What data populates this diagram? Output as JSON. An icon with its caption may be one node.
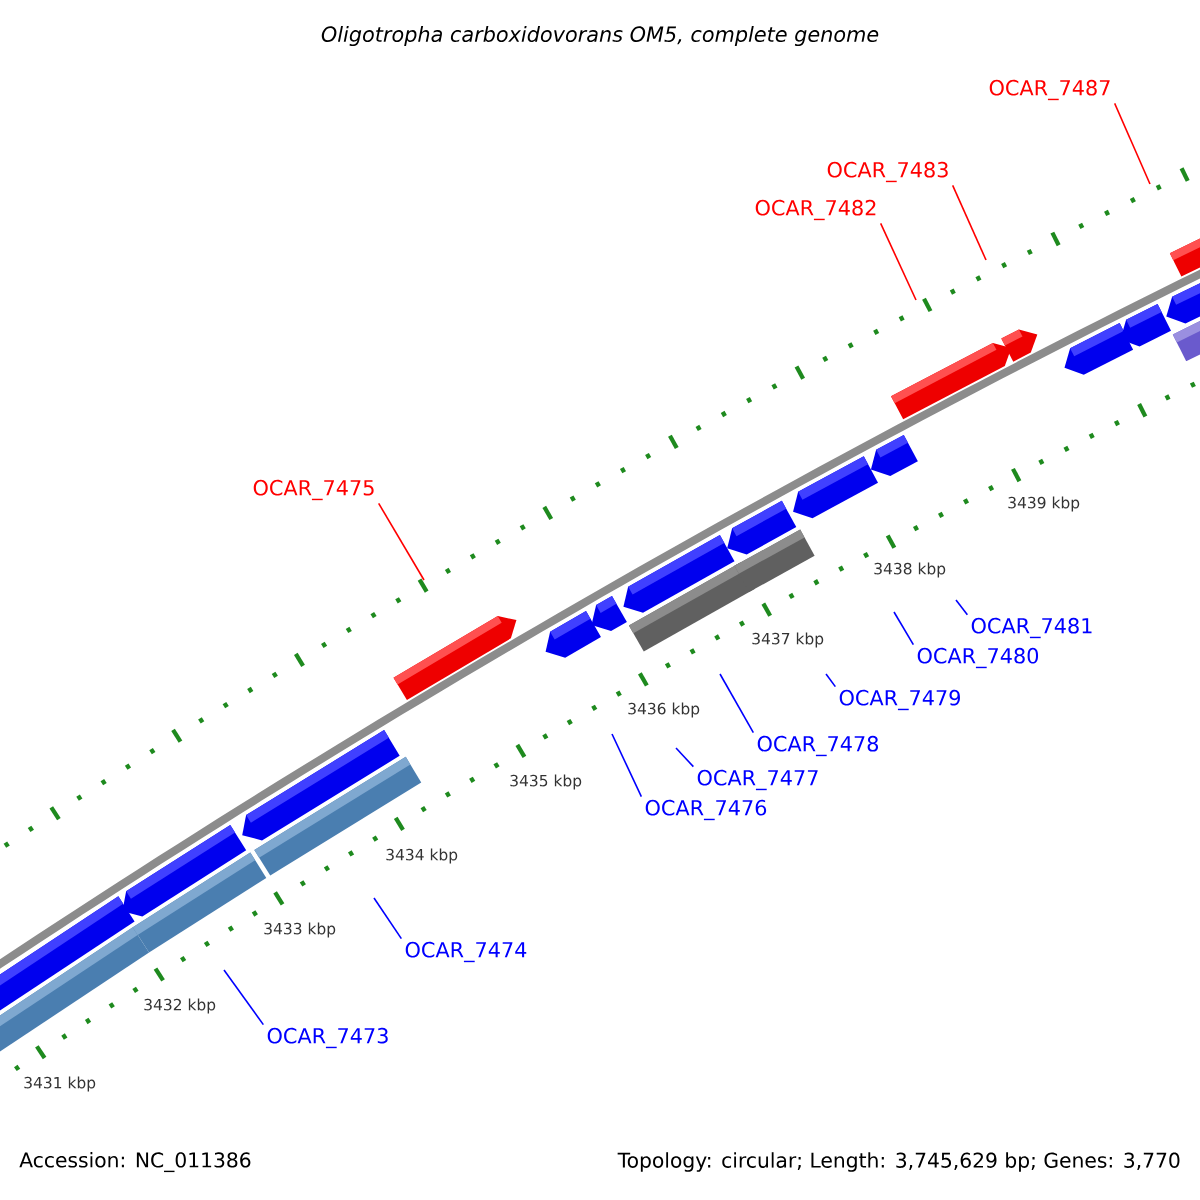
{
  "diagram": {
    "title": "Oligotropha carboxidovorans OM5, complete genome",
    "nodes": [
      {
        "text": [
          "OCAR_7487"
        ]
      },
      {
        "text": [
          "OCAR_7483"
        ]
      },
      {
        "text": [
          "OCAR_7482"
        ]
      },
      {
        "text": [
          "OCAR_7475"
        ]
      },
      {
        "text": [
          "OCAR_7481"
        ]
      },
      {
        "text": [
          "OCAR_7480"
        ]
      },
      {
        "text": [
          "OCAR_7479"
        ]
      },
      {
        "text": [
          "OCAR_7478"
        ]
      },
      {
        "text": [
          "OCAR_7477"
        ]
      },
      {
        "text": [
          "OCAR_7476"
        ]
      },
      {
        "text": [
          "OCAR_7474"
        ]
      },
      {
        "text": [
          "OCAR_7473"
        ]
      }
    ],
    "edges": [
      {
        "from": 0,
        "to": null,
        "arrow": "none",
        "color": "#ff0000"
      },
      {
        "from": 1,
        "to": null,
        "arrow": "none",
        "color": "#ff0000"
      },
      {
        "from": 2,
        "to": null,
        "arrow": "none",
        "color": "#ff0000"
      },
      {
        "from": 3,
        "to": null,
        "arrow": "none",
        "color": "#ff0000"
      },
      {
        "from": 4,
        "to": null,
        "arrow": "none"
      },
      {
        "from": 5,
        "to": null,
        "arrow": "none"
      },
      {
        "from": 6,
        "to": null,
        "arrow": "none"
      },
      {
        "from": 7,
        "to": null,
        "arrow": "none"
      },
      {
        "from": 8,
        "to": null,
        "arrow": "none"
      },
      {
        "from": 9,
        "to": null,
        "arrow": "none"
      },
      {
        "from": 10,
        "to": null,
        "arrow": "none"
      },
      {
        "from": 11,
        "to": null,
        "arrow": "none"
      }
    ],
    "labels": [
      "3439 kbp",
      "3438 kbp",
      "3437 kbp",
      "3436 kbp",
      "3435 kbp",
      "3434 kbp",
      "3433 kbp",
      "3432 kbp",
      "3431 kbp",
      "Accession: NC_011386",
      "Topology: circular; Length: 3,745,629 bp; Genes: 3,770"
    ]
  }
}
